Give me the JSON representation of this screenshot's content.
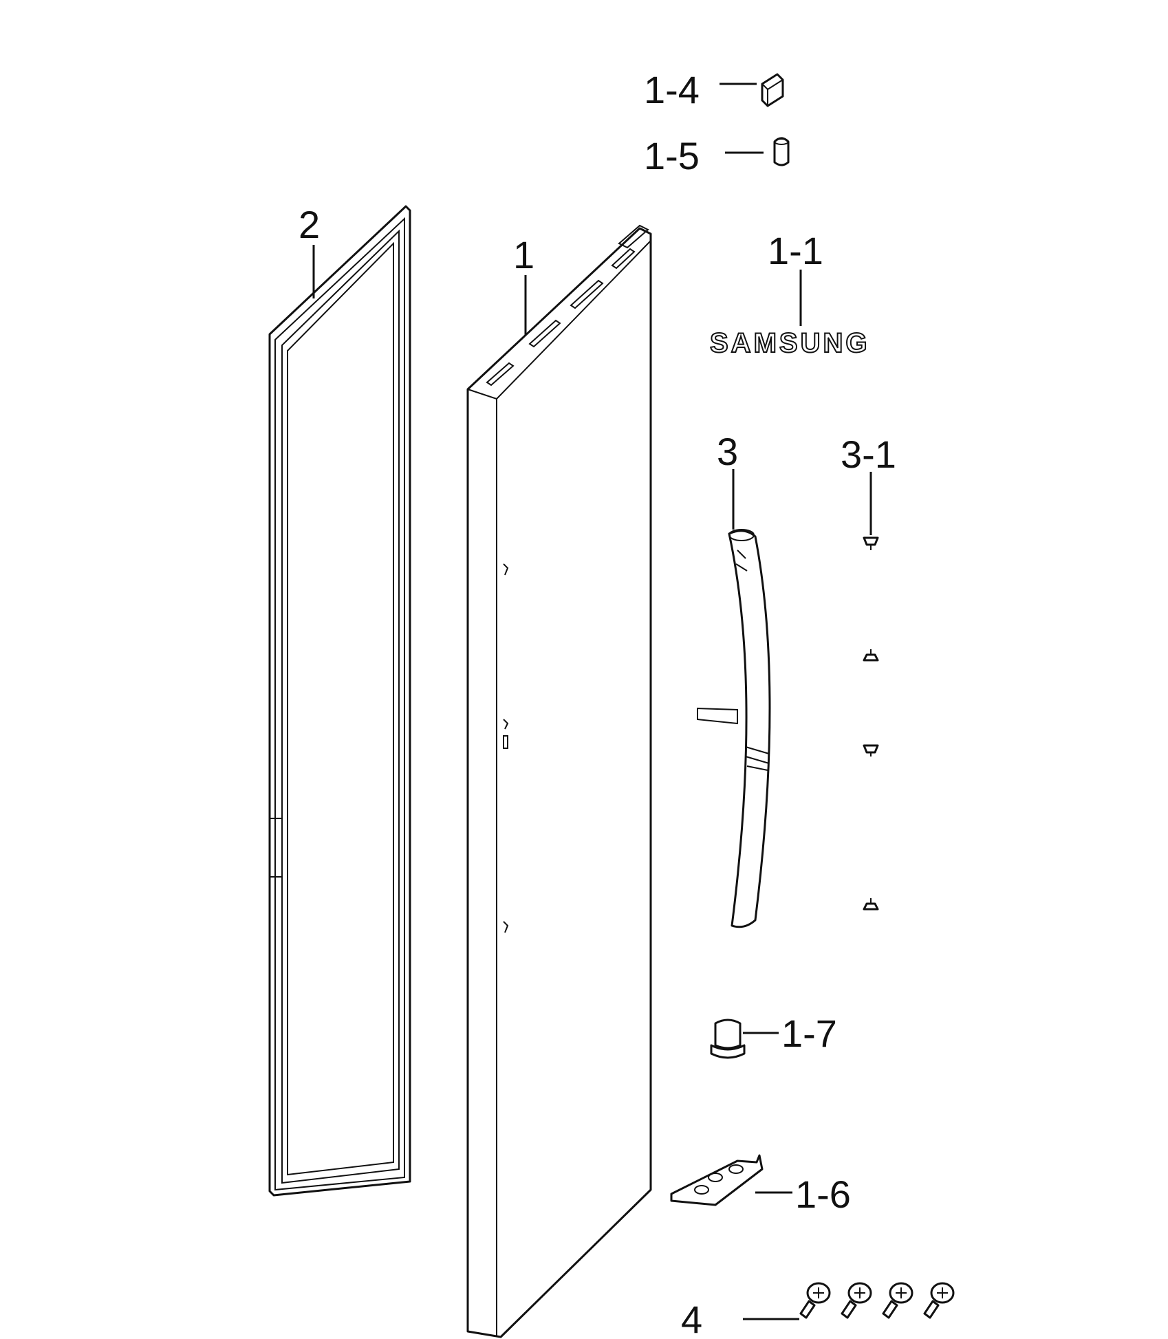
{
  "callouts": {
    "c1_4": "1-4",
    "c1_5": "1-5",
    "c2": "2",
    "c1": "1",
    "c1_1": "1-1",
    "c3": "3",
    "c3_1": "3-1",
    "c1_7": "1-7",
    "c1_6": "1-6",
    "c4": "4"
  },
  "logo_text": "SAMSUNG",
  "colors": {
    "line": "#111111",
    "background": "#ffffff"
  }
}
